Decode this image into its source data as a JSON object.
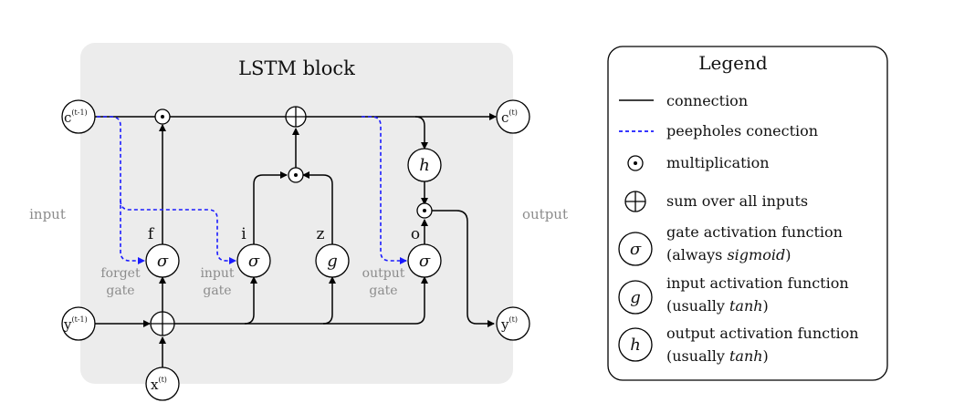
{
  "block": {
    "title": "LSTM block"
  },
  "side": {
    "input": "input",
    "output": "output"
  },
  "nodes": {
    "c_prev": {
      "base": "c",
      "sup": "(t-1)"
    },
    "c_next": {
      "base": "c",
      "sup": "(t)"
    },
    "y_prev": {
      "base": "y",
      "sup": "(t-1)"
    },
    "y_next": {
      "base": "y",
      "sup": "(t)"
    },
    "x_t": {
      "base": "x",
      "sup": "(t)"
    }
  },
  "gates": {
    "f": "f",
    "i": "i",
    "z": "z",
    "o": "o",
    "sigma": "σ",
    "g": "g",
    "h": "h"
  },
  "gate_captions": {
    "forget": [
      "forget",
      "gate"
    ],
    "input": [
      "input",
      "gate"
    ],
    "output": [
      "output",
      "gate"
    ]
  },
  "colors": {
    "peephole": "#1a1aff",
    "line": "#000000",
    "block_bg": "#ececec"
  },
  "legend": {
    "title": "Legend",
    "items": [
      {
        "icon": "solid-line-icon",
        "lines": [
          "connection"
        ]
      },
      {
        "icon": "dotted-line-icon",
        "lines": [
          "peepholes conection"
        ]
      },
      {
        "icon": "multiplication-icon",
        "lines": [
          "multiplication"
        ]
      },
      {
        "icon": "sum-icon",
        "lines": [
          "sum over all inputs"
        ]
      },
      {
        "icon": "sigma-icon",
        "glyph": "σ",
        "lines": [
          "gate activation function",
          "(always ",
          "sigmoid",
          ")"
        ]
      },
      {
        "icon": "g-icon",
        "glyph": "g",
        "lines": [
          "input activation function",
          "(usually ",
          "tanh",
          ")"
        ]
      },
      {
        "icon": "h-icon",
        "glyph": "h",
        "lines": [
          "output activation function",
          "(usually ",
          "tanh",
          ")"
        ]
      }
    ]
  }
}
